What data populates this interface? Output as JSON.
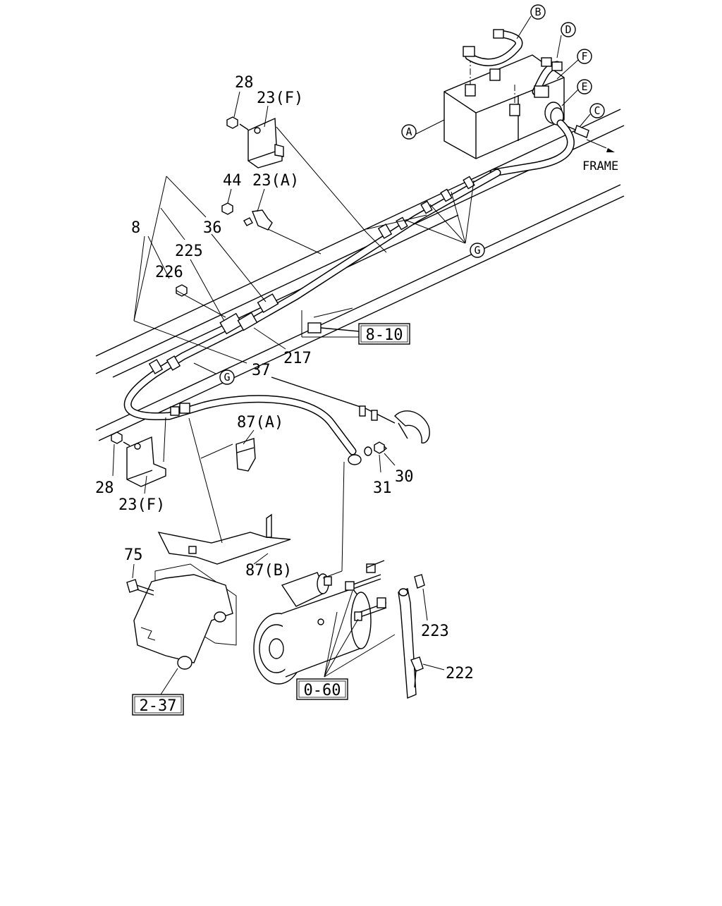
{
  "labels": {
    "l28_top": "28",
    "l23f_top": "23(F)",
    "l44": "44",
    "l23a": "23(A)",
    "l36": "36",
    "l8": "8",
    "l225": "225",
    "l226": "226",
    "l217": "217",
    "l37": "37",
    "l87a": "87(A)",
    "l30": "30",
    "l31": "31",
    "l28_bot": "28",
    "l23f_bot": "23(F)",
    "l87b": "87(B)",
    "l75": "75",
    "l223": "223",
    "l222": "222",
    "frame": "FRAME"
  },
  "circled": {
    "a": "A",
    "b": "B",
    "c": "C",
    "d": "D",
    "e": "E",
    "f": "F",
    "g_right": "G",
    "g_left": "G"
  },
  "refs": {
    "r8_10": "8-10",
    "r0_60": "0-60",
    "r2_37": "2-37"
  }
}
